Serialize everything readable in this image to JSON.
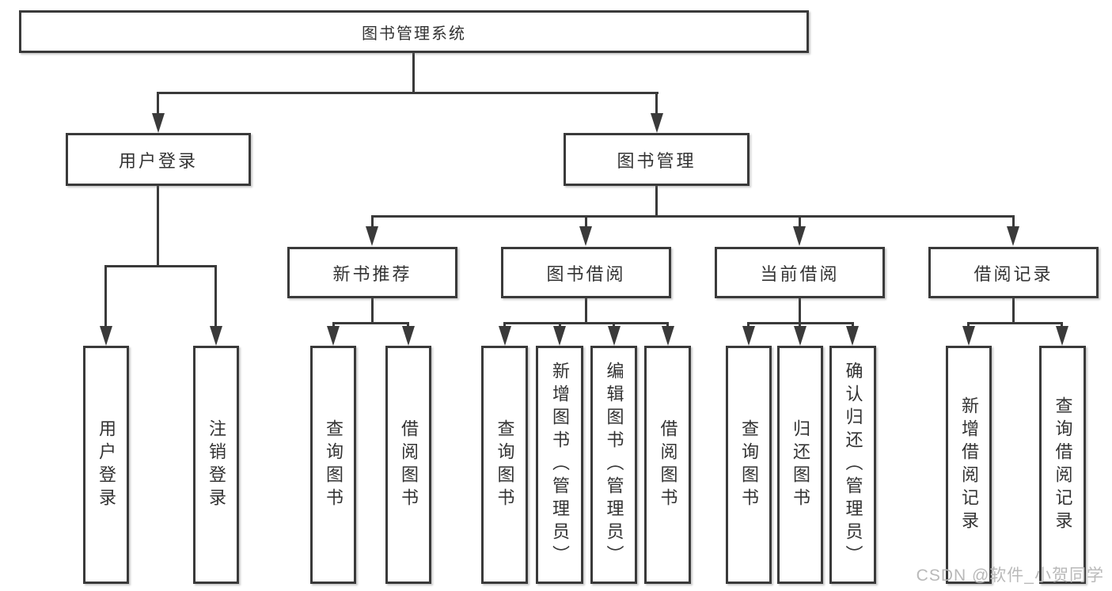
{
  "colors": {
    "line": "#3a3a3a",
    "text": "#333333",
    "watermark": "#b9b9b9"
  },
  "tree": {
    "label": "图书管理系统",
    "children": [
      {
        "label": "用户登录",
        "children": [
          {
            "label": "用户登录"
          },
          {
            "label": "注销登录"
          }
        ]
      },
      {
        "label": "图书管理",
        "children": [
          {
            "label": "新书推荐",
            "children": [
              {
                "label": "查询图书"
              },
              {
                "label": "借阅图书"
              }
            ]
          },
          {
            "label": "图书借阅",
            "children": [
              {
                "label": "查询图书"
              },
              {
                "label": "新增图书（管理员）"
              },
              {
                "label": "编辑图书（管理员）"
              },
              {
                "label": "借阅图书"
              }
            ]
          },
          {
            "label": "当前借阅",
            "children": [
              {
                "label": "查询图书"
              },
              {
                "label": "归还图书"
              },
              {
                "label": "确认归还（管理员）"
              }
            ]
          },
          {
            "label": "借阅记录",
            "children": [
              {
                "label": "新增借阅记录"
              },
              {
                "label": "查询借阅记录"
              }
            ]
          }
        ]
      }
    ]
  },
  "watermark": {
    "text": "CSDN @软件_小贺同学"
  }
}
